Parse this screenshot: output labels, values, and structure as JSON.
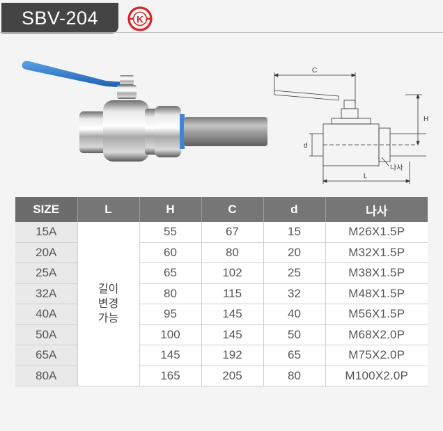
{
  "header": {
    "model": "SBV-204",
    "logo_letter": "K",
    "logo_color": "#d8232a"
  },
  "drawing": {
    "labels": {
      "c": "C",
      "h": "H",
      "d": "d",
      "l": "L",
      "thread": "나사"
    }
  },
  "table": {
    "headers": [
      "SIZE",
      "L",
      "H",
      "C",
      "d",
      "나사"
    ],
    "l_note": [
      "길이",
      "변경",
      "가능"
    ],
    "rows": [
      {
        "size": "15A",
        "h": "55",
        "c": "67",
        "d": "15",
        "thread": "M26X1.5P"
      },
      {
        "size": "20A",
        "h": "60",
        "c": "80",
        "d": "20",
        "thread": "M32X1.5P"
      },
      {
        "size": "25A",
        "h": "65",
        "c": "102",
        "d": "25",
        "thread": "M38X1.5P"
      },
      {
        "size": "32A",
        "h": "80",
        "c": "115",
        "d": "32",
        "thread": "M48X1.5P"
      },
      {
        "size": "40A",
        "h": "95",
        "c": "145",
        "d": "40",
        "thread": "M56X1.5P"
      },
      {
        "size": "50A",
        "h": "100",
        "c": "145",
        "d": "50",
        "thread": "M68X2.0P"
      },
      {
        "size": "65A",
        "h": "145",
        "c": "192",
        "d": "65",
        "thread": "M75X2.0P"
      },
      {
        "size": "80A",
        "h": "165",
        "c": "205",
        "d": "80",
        "thread": "M100X2.0P"
      }
    ]
  }
}
